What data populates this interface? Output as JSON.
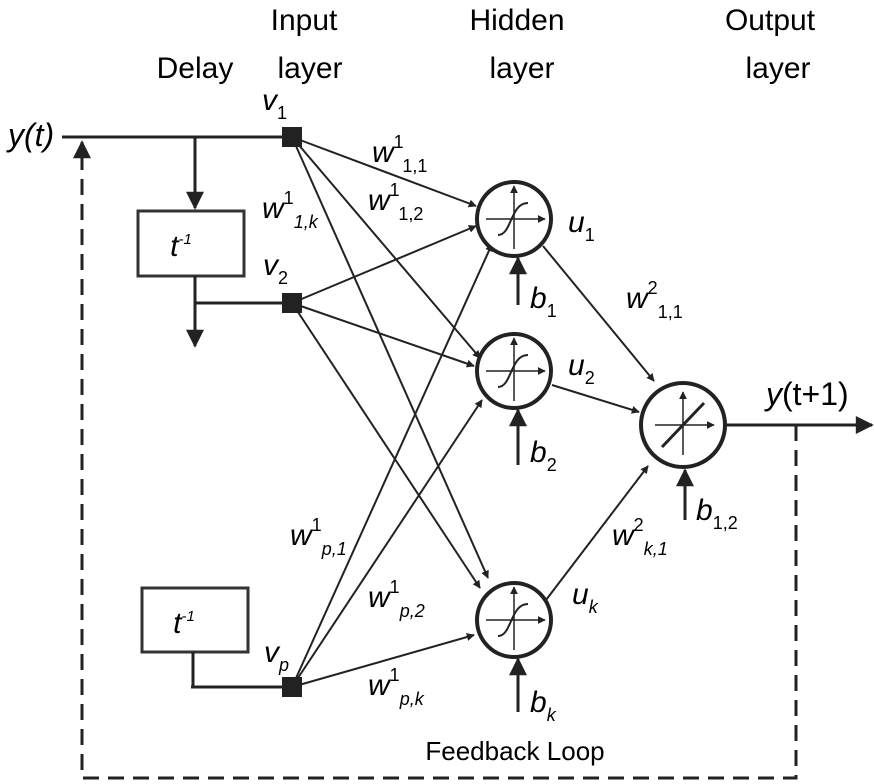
{
  "headers": {
    "delay": "Delay",
    "input": [
      "Input",
      "layer"
    ],
    "hidden": [
      "Hidden",
      "layer"
    ],
    "output": [
      "Output",
      "layer"
    ]
  },
  "signals": {
    "input": {
      "base": "y",
      "arg": "(t)"
    },
    "output": {
      "base": "y",
      "arg": "(t+1)"
    }
  },
  "delay_blocks": [
    {
      "base": "t",
      "sup": "-1"
    },
    {
      "base": "t",
      "sup": "-1"
    }
  ],
  "input_nodes": [
    {
      "base": "v",
      "sub": "1"
    },
    {
      "base": "v",
      "sub": "2"
    },
    {
      "base": "v",
      "sub": "p"
    }
  ],
  "hidden_nodes": [
    {
      "out": {
        "base": "u",
        "sub": "1"
      },
      "bias": {
        "base": "b",
        "sub": "1"
      }
    },
    {
      "out": {
        "base": "u",
        "sub": "2"
      },
      "bias": {
        "base": "b",
        "sub": "2"
      }
    },
    {
      "out": {
        "base": "u",
        "sub": "k"
      },
      "bias": {
        "base": "b",
        "sub": "k"
      }
    }
  ],
  "output_node": {
    "bias": {
      "base": "b",
      "sub": "1,2"
    }
  },
  "weights_layer1": [
    {
      "base": "w",
      "sup": "1",
      "sub": "1,1"
    },
    {
      "base": "w",
      "sup": "1",
      "sub": "1,2"
    },
    {
      "base": "w",
      "sup": "1",
      "sub": "1,k"
    },
    {
      "base": "w",
      "sup": "1",
      "sub": "p,1"
    },
    {
      "base": "w",
      "sup": "1",
      "sub": "p,2"
    },
    {
      "base": "w",
      "sup": "1",
      "sub": "p,k"
    }
  ],
  "weights_layer2": [
    {
      "base": "w",
      "sup": "2",
      "sub": "1,1"
    },
    {
      "base": "w",
      "sup": "2",
      "sub": "k,1"
    }
  ],
  "feedback_label": "Feedback Loop"
}
